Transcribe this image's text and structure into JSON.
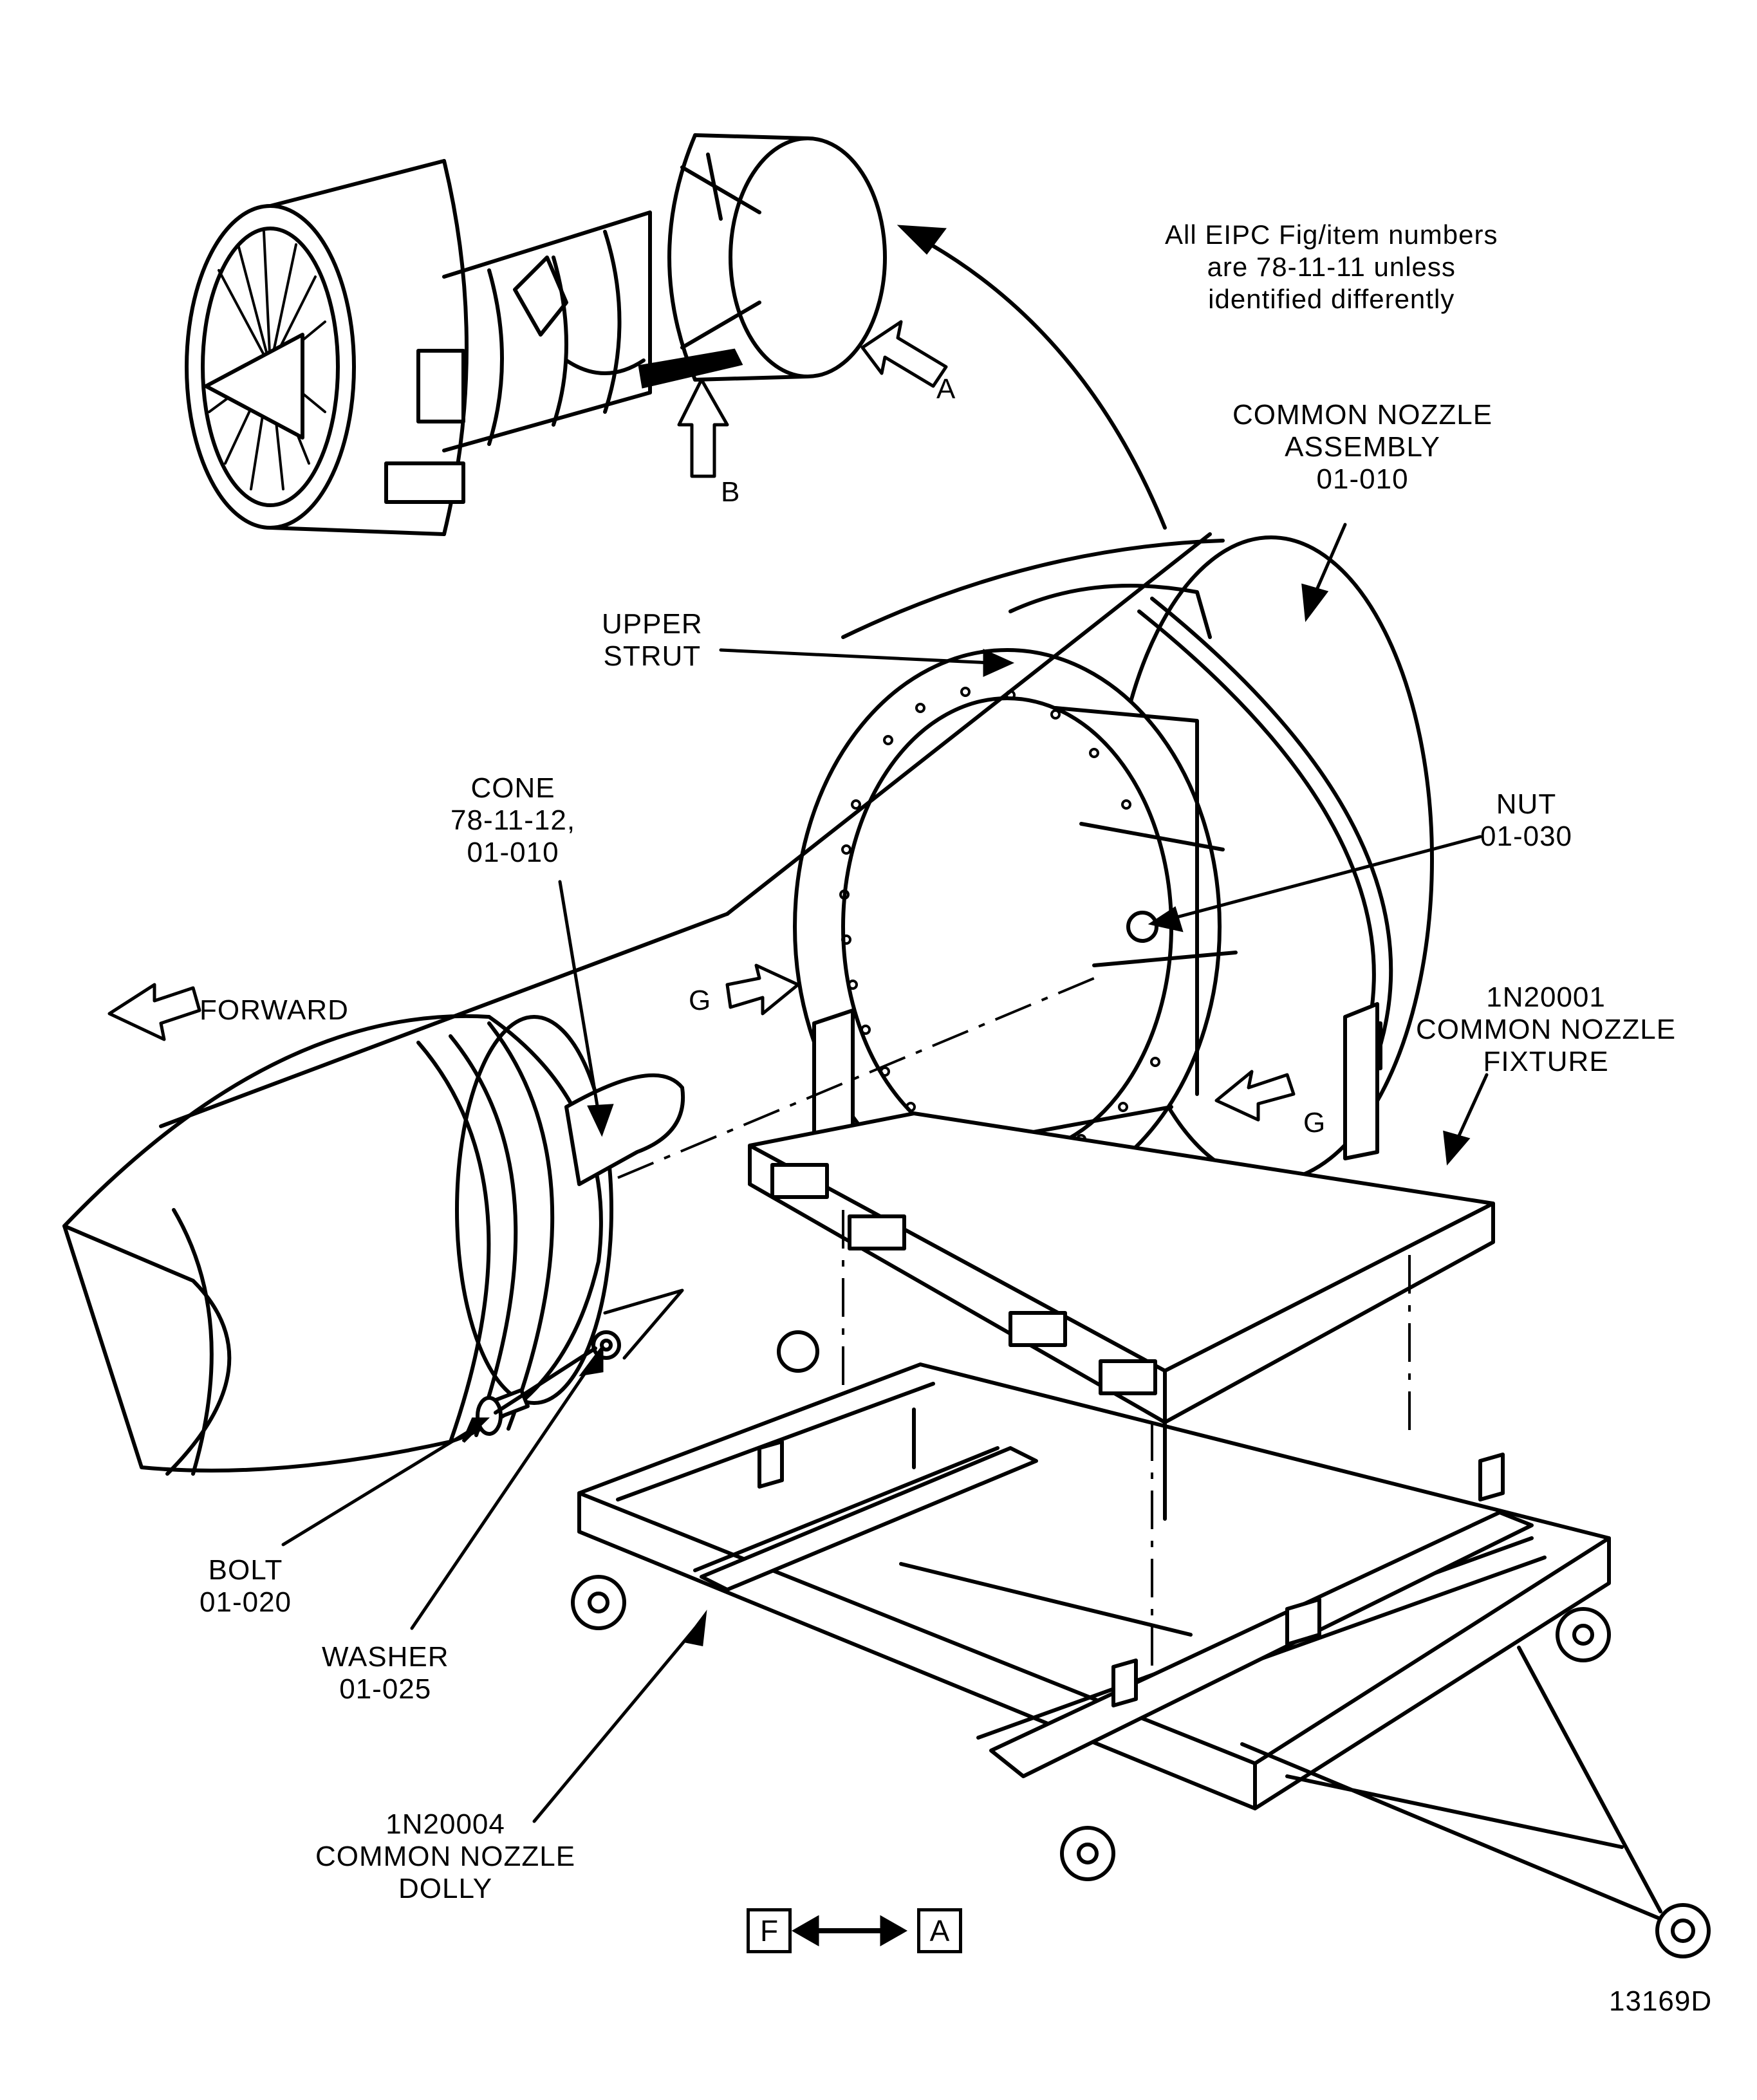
{
  "diagram": {
    "note": [
      "All EIPC Fig/item numbers",
      "are 78-11-11 unless",
      "identified differently"
    ],
    "labels": {
      "common_nozzle_assembly": [
        "COMMON NOZZLE",
        "ASSEMBLY",
        "01-010"
      ],
      "upper_strut": [
        "UPPER",
        "STRUT"
      ],
      "cone": [
        "CONE",
        "78-11-12,",
        "01-010"
      ],
      "nut": [
        "NUT",
        "01-030"
      ],
      "fixture": [
        "1N20001",
        "COMMON NOZZLE",
        "FIXTURE"
      ],
      "forward": "FORWARD",
      "bolt": [
        "BOLT",
        "01-020"
      ],
      "washer": [
        "WASHER",
        "01-025"
      ],
      "dolly": [
        "1N20004",
        "COMMON NOZZLE",
        "DOLLY"
      ],
      "view_a": "A",
      "view_b": "B",
      "view_g_left": "G",
      "view_g_right": "G",
      "direction_fwd": "F",
      "direction_aft": "A",
      "figure_id": "13169D"
    }
  }
}
